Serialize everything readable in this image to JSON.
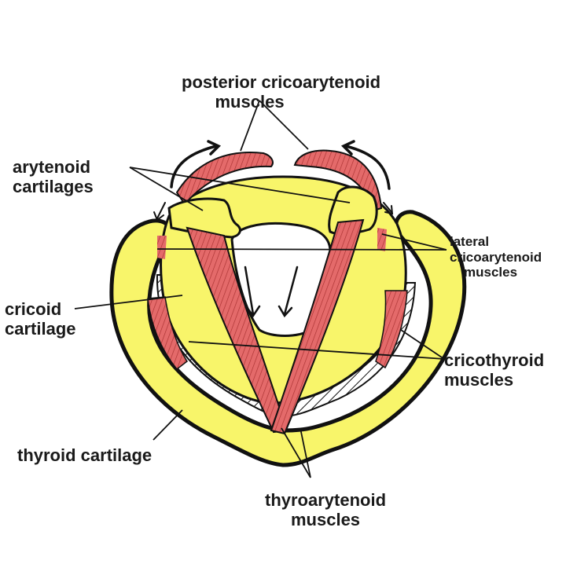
{
  "colors": {
    "cartilage": "#f8f56a",
    "muscle": "#e46a6a",
    "muscle_stripe": "#a83030",
    "outline": "#111111",
    "background": "#ffffff"
  },
  "labels": {
    "posterior_cricoarytenoid": [
      "posterior cricoarytenoid",
      "muscles"
    ],
    "arytenoid": [
      "arytenoid",
      "cartilages"
    ],
    "lateral_cricoarytenoid": [
      "lateral",
      "cricoarytenoid",
      "muscles"
    ],
    "cricoid": [
      "cricoid",
      "cartilage"
    ],
    "cricothyroid": [
      "cricothyroid",
      "muscles"
    ],
    "thyroid": [
      "thyroid cartilage"
    ],
    "thyroarytenoid": [
      "thyroarytenoid",
      "muscles"
    ]
  }
}
